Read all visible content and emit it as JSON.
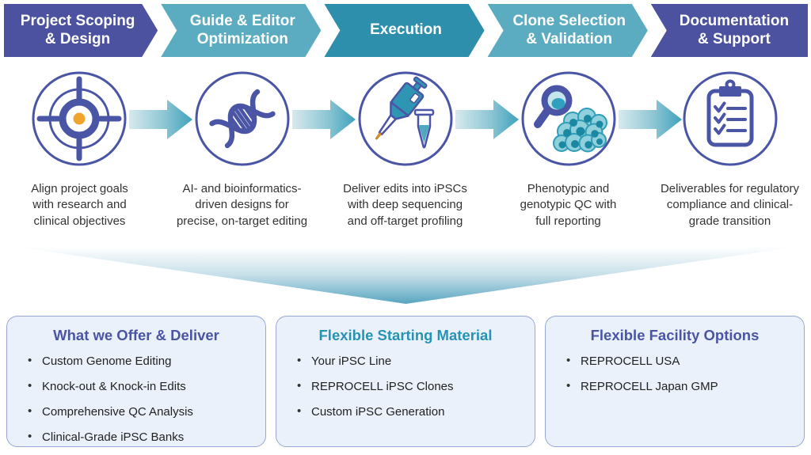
{
  "stages": [
    {
      "label": "Project Scoping\n& Design",
      "icon": "target-icon",
      "description": "Align project goals\nwith research and\nclinical objectives"
    },
    {
      "label": "Guide & Editor\nOptimization",
      "icon": "dna-helix-icon",
      "description": "AI- and bioinformatics-\ndriven designs for\nprecise, on-target editing"
    },
    {
      "label": "Execution",
      "icon": "pipette-tube-icon",
      "description": "Deliver edits into iPSCs\nwith deep sequencing\nand off-target profiling"
    },
    {
      "label": "Clone Selection\n& Validation",
      "icon": "magnifier-cells-icon",
      "description": "Phenotypic and\ngenotypic QC with\nfull reporting"
    },
    {
      "label": "Documentation\n& Support",
      "icon": "clipboard-checklist-icon",
      "description": "Deliverables for regulatory\ncompliance and clinical-\ngrade transition"
    }
  ],
  "boxes": [
    {
      "title": "What we Offer & Deliver",
      "items": [
        "Custom Genome Editing",
        "Knock-out & Knock-in Edits",
        "Comprehensive QC Analysis",
        "Clinical-Grade iPSC Banks"
      ]
    },
    {
      "title": "Flexible Starting Material",
      "items": [
        "Your iPSC Line",
        "REPROCELL iPSC Clones",
        "Custom iPSC Generation"
      ]
    },
    {
      "title": "Flexible Facility Options",
      "items": [
        "REPROCELL USA",
        "REPROCELL Japan GMP"
      ]
    }
  ],
  "colors": {
    "banner_indigo": "#4C529F",
    "banner_teal": "#5CACC1",
    "banner_teal_dark": "#2E8FAC",
    "icon_outline_indigo": "#4A55A5",
    "icon_teal": "#2E96B2",
    "accent_orange": "#F0A42B",
    "arrow_teal": "#3FA2BC",
    "box_background": "#EBF1FA",
    "box_border": "#97A7D7",
    "title_indigo": "#4A55A4",
    "title_teal": "#2793B4"
  }
}
